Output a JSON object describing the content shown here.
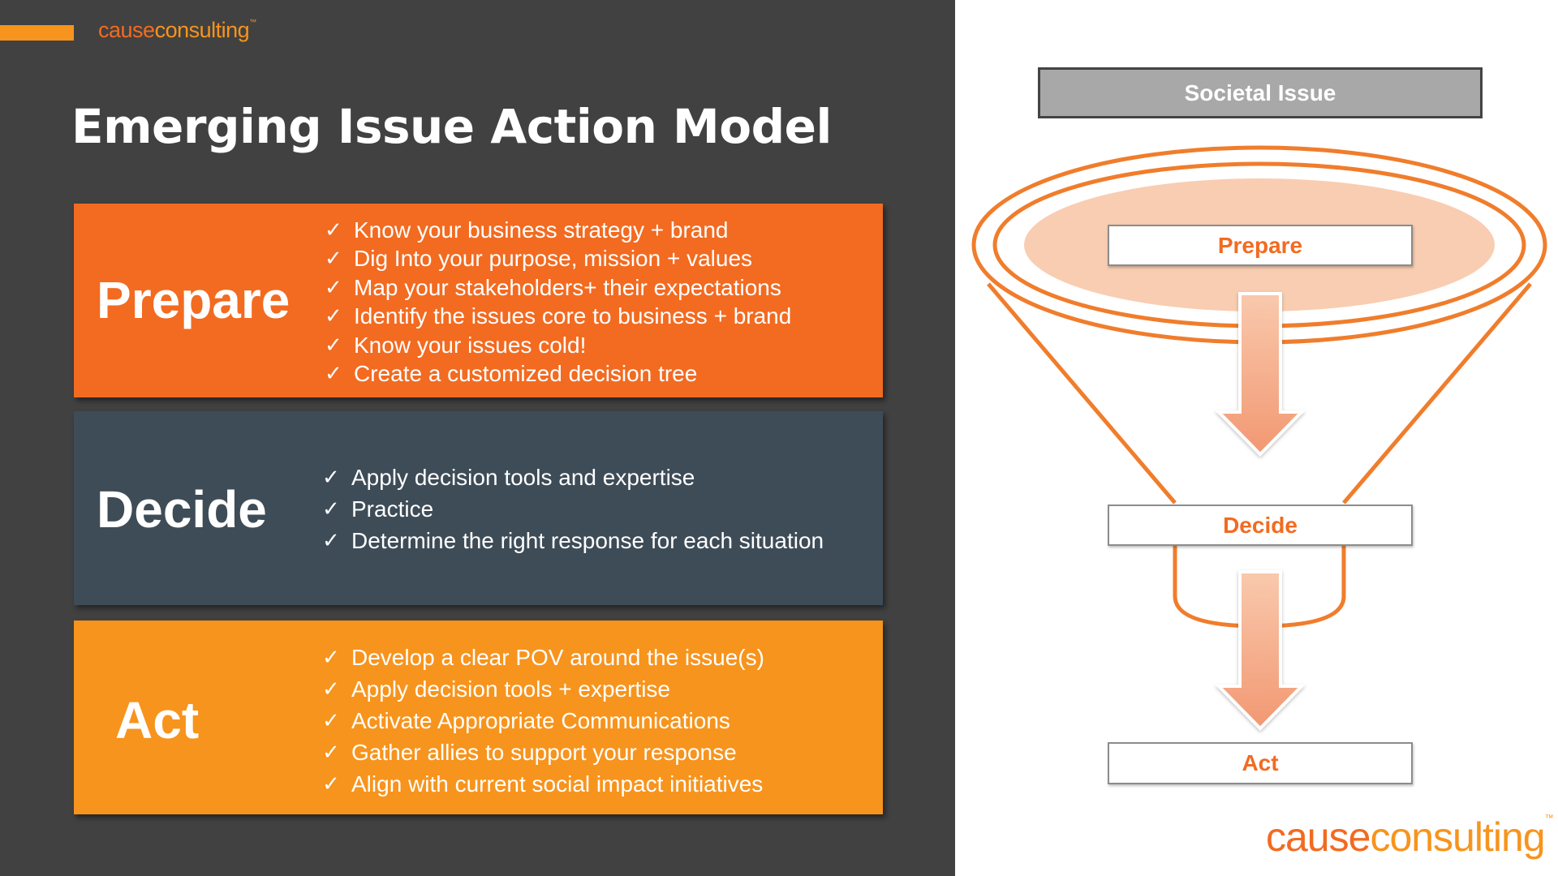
{
  "brand": {
    "name_part1": "cause",
    "name_part2": "consulting",
    "trademark": "™"
  },
  "title": "Emerging Issue Action Model",
  "cards": [
    {
      "label": "Prepare",
      "items": [
        "Know your business strategy + brand",
        "Dig Into your purpose, mission + values",
        "Map your stakeholders+ their expectations",
        "Identify the issues core to business + brand",
        "Know your issues cold!",
        "Create a customized decision tree"
      ]
    },
    {
      "label": "Decide",
      "items": [
        "Apply decision tools and expertise",
        "Practice",
        "Determine the right response for each situation"
      ]
    },
    {
      "label": "Act",
      "items": [
        "Develop a clear POV around the issue(s)",
        "Apply decision tools + expertise",
        "Activate Appropriate Communications",
        "Gather allies to support your response",
        "Align with current social impact initiatives"
      ]
    }
  ],
  "check_glyph": "✓",
  "diagram": {
    "top_label": "Societal Issue",
    "stages": [
      "Prepare",
      "Decide",
      "Act"
    ]
  },
  "colors": {
    "background_dark": "#414141",
    "prepare": "#f26b21",
    "decide": "#3e4c57",
    "act": "#f7941d",
    "funnel_line": "#f07d2c",
    "arrow_fill": "#f4a582"
  },
  "icons": [
    "check-icon",
    "arrow-down-icon",
    "funnel-icon"
  ]
}
